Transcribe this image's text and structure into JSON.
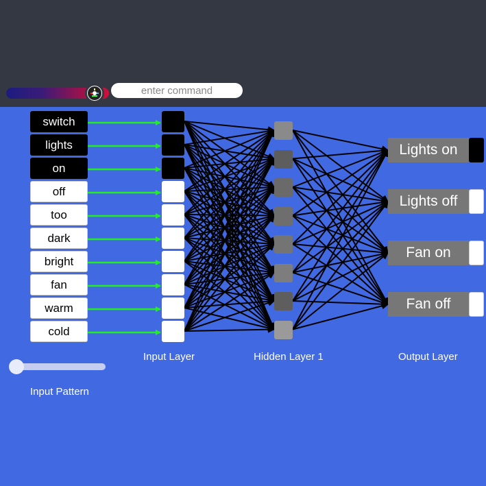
{
  "command": {
    "placeholder": "enter command",
    "value": ""
  },
  "inputs": [
    {
      "word": "switch",
      "active": true
    },
    {
      "word": "lights",
      "active": true
    },
    {
      "word": "on",
      "active": true
    },
    {
      "word": "off",
      "active": false
    },
    {
      "word": "too",
      "active": false
    },
    {
      "word": "dark",
      "active": false
    },
    {
      "word": "bright",
      "active": false
    },
    {
      "word": "fan",
      "active": false
    },
    {
      "word": "warm",
      "active": false
    },
    {
      "word": "cold",
      "active": false
    }
  ],
  "hidden_nodes": [
    {
      "shade": "#8a8a8a"
    },
    {
      "shade": "#5d5d5d"
    },
    {
      "shade": "#6a6a6a"
    },
    {
      "shade": "#6e6e6e"
    },
    {
      "shade": "#747474"
    },
    {
      "shade": "#7d7d7d"
    },
    {
      "shade": "#5e5e5e"
    },
    {
      "shade": "#9a9a9a"
    }
  ],
  "outputs": [
    {
      "label": "Lights on",
      "active": true
    },
    {
      "label": "Lights off",
      "active": false
    },
    {
      "label": "Fan on",
      "active": false
    },
    {
      "label": "Fan off",
      "active": false
    }
  ],
  "labels": {
    "input_layer": "Input Layer",
    "hidden_layer": "Hidden Layer 1",
    "output_layer": "Output Layer",
    "input_pattern": "Input Pattern"
  },
  "colors": {
    "background": "#4169e1",
    "topbar": "#333842",
    "arrow": "#22ee22",
    "weight": "#000000",
    "active": "#000000",
    "inactive": "#ffffff"
  },
  "input_pattern_slider": {
    "value": 0
  }
}
